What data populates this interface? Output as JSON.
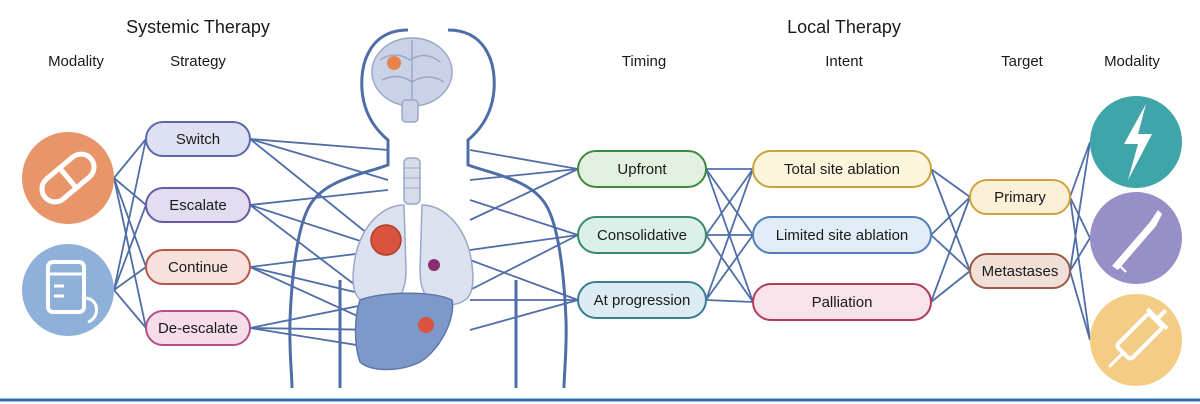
{
  "headers": {
    "systemic": "Systemic Therapy",
    "local": "Local Therapy",
    "modality_left": "Modality",
    "strategy": "Strategy",
    "timing": "Timing",
    "intent": "Intent",
    "target": "Target",
    "modality_right": "Modality"
  },
  "strategy": [
    "Switch",
    "Escalate",
    "Continue",
    "De-escalate"
  ],
  "timing": [
    "Upfront",
    "Consolidative",
    "At progression"
  ],
  "intent": [
    "Total site ablation",
    "Limited site ablation",
    "Palliation"
  ],
  "target": [
    "Primary",
    "Metastases"
  ],
  "icons": {
    "left": [
      "pill-icon",
      "iv-bag-icon"
    ],
    "right": [
      "lightning-icon",
      "scalpel-icon",
      "syringe-icon"
    ]
  },
  "colors": {
    "connector": "#4f6ea8",
    "pill": "#e8956a",
    "iv": "#8fb0d9",
    "lightning": "#3fa5a8",
    "scalpel": "#9790c7",
    "syringe": "#f3cd85",
    "border": "#2e6fb2"
  }
}
